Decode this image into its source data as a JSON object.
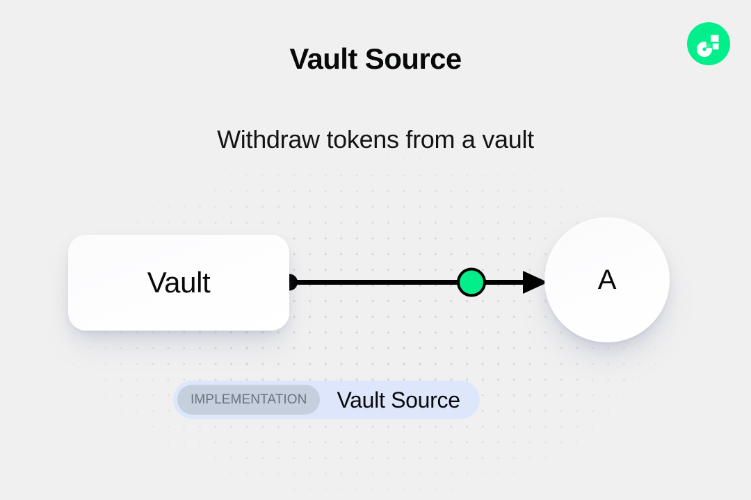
{
  "header": {
    "title": "Vault Source",
    "subtitle": "Withdraw tokens from a vault"
  },
  "brand": {
    "logo_name": "flow-logo-icon",
    "circle_color": "#00ef8b",
    "glyph_color": "#ffffff"
  },
  "diagram": {
    "nodes": [
      {
        "id": "vault",
        "label": "Vault",
        "shape": "rounded-rect"
      },
      {
        "id": "a",
        "label": "A",
        "shape": "circle"
      }
    ],
    "edge": {
      "from": "vault",
      "to": "a",
      "source_handle_color": "#000000",
      "midpoint_marker_color": "#00ef8b",
      "line_color": "#000000",
      "arrowhead": "triangle-right"
    }
  },
  "footer_badge": {
    "tag_label": "IMPLEMENTATION",
    "name": "Vault Source",
    "container_color": "#dde6fb",
    "pill_color": "#c6cfdd",
    "pill_text_color": "#6a727e"
  },
  "canvas": {
    "background_color": "#f0f0f0",
    "dot_color": "#d2d2d6"
  }
}
